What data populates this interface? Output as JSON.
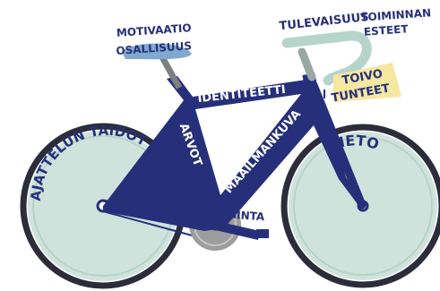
{
  "colors": {
    "frame": "#26307a",
    "wheel_fill": "#cfe3dc",
    "tire": "#2b2d3a",
    "handlebar": "#b6d5ca",
    "saddle": "#7fa9cf",
    "yellow": "#f6e7a1",
    "chainring": "#9d9d9d",
    "ink": "#26307a",
    "frame_text": "#ffffff"
  },
  "labels": {
    "saddle_line1": "MOTIVAATIO",
    "saddle_line2": "OSALLISUUS",
    "handlebar_line1": "TULEVAISUUS",
    "brake_line1": "TOIMINNAN",
    "brake_line2": "ESTEET",
    "flag_line1": "TOIVO",
    "flag_line2": "TUNTEET",
    "top_tube": "IDENTITEETTI",
    "seat_tube": "ARVOT",
    "down_tube": "MAAILMANKUVA",
    "crank": "TOIMINTA",
    "rear_wheel": "AJATTELUN TAIDOT",
    "front_wheel": "TIETO"
  }
}
